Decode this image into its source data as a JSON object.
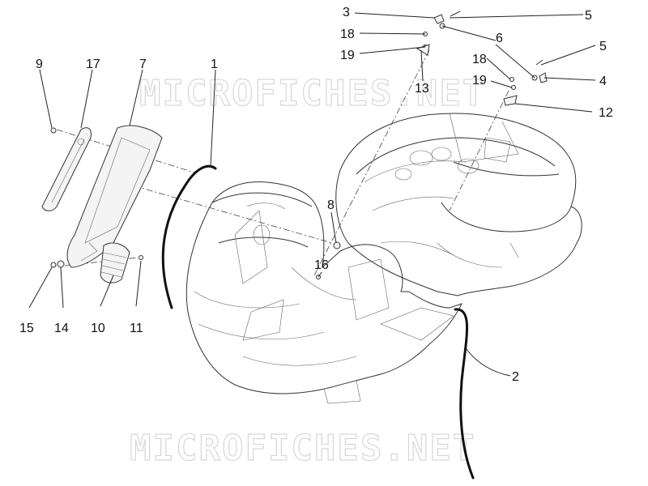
{
  "watermark": "MICROFICHES.NET",
  "callouts": [
    "1",
    "2",
    "3",
    "4",
    "5",
    "6",
    "7",
    "8",
    "9",
    "10",
    "11",
    "12",
    "13",
    "14",
    "15",
    "16",
    "17",
    "18",
    "19"
  ]
}
